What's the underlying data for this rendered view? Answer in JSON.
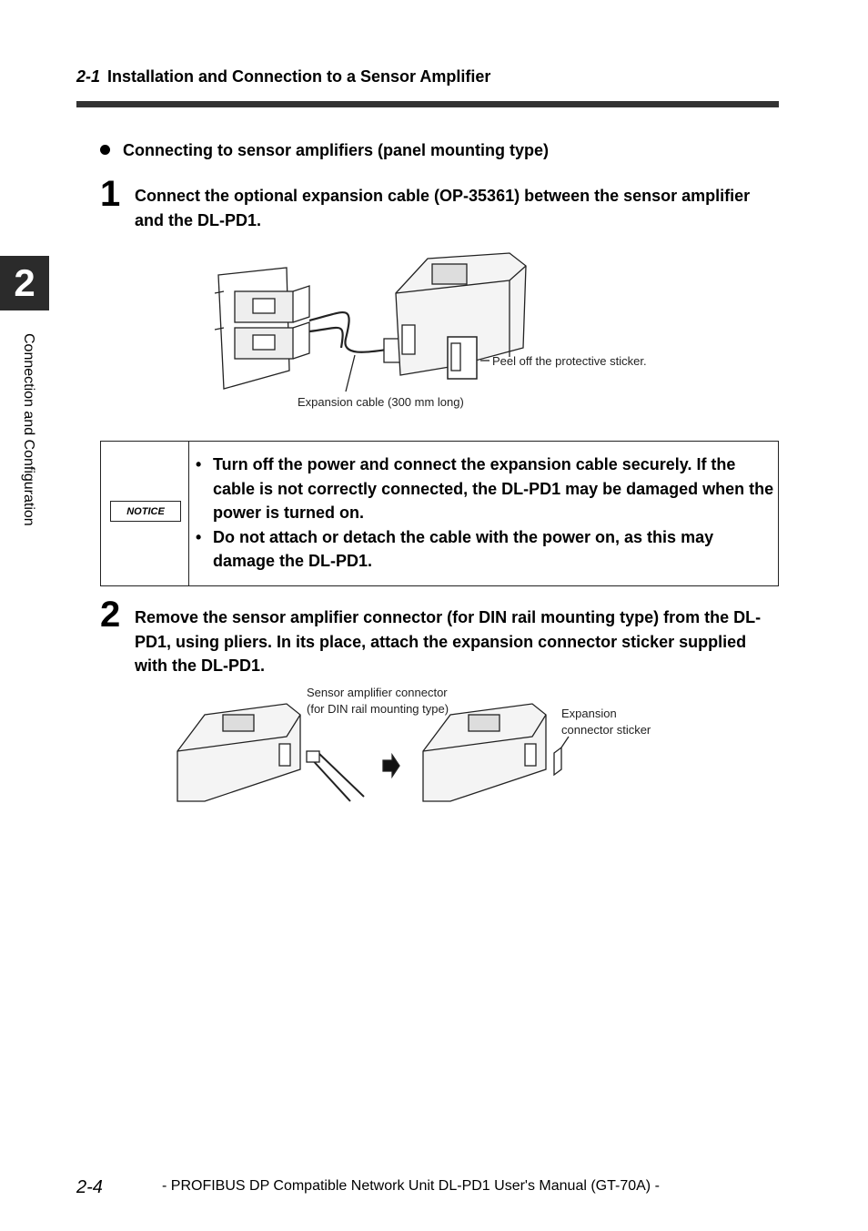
{
  "header": {
    "section_number": "2-1",
    "section_title": "Installation and Connection to a Sensor Amplifier"
  },
  "sidebar": {
    "chapter_number": "2",
    "chapter_title": "Connection and Configuration"
  },
  "bullet_heading": "Connecting to sensor amplifiers (panel mounting type)",
  "step1": {
    "number": "1",
    "text": "Connect the optional expansion cable (OP-35361) between the sensor amplifier and the DL-PD1.",
    "figure": {
      "peel_label": "Peel off the protective sticker.",
      "cable_label": "Expansion cable (300 mm long)"
    }
  },
  "notice": {
    "label": "NOTICE",
    "items": [
      "Turn off the power and connect the expansion cable securely. If the cable is not correctly connected, the DL-PD1 may be damaged when the power is turned on.",
      "Do not attach or detach the cable with the power on, as this may damage the DL-PD1."
    ]
  },
  "step2": {
    "number": "2",
    "text": "Remove the sensor amplifier connector (for DIN rail mounting type) from the DL-PD1, using pliers. In its place, attach the expansion connector sticker supplied with the DL-PD1.",
    "figure": {
      "connector_label_line1": "Sensor amplifier connector",
      "connector_label_line2": "(for DIN rail mounting type)",
      "sticker_label_line1": "Expansion",
      "sticker_label_line2": "connector sticker"
    }
  },
  "footer": {
    "page_number": "2-4",
    "manual_title": "- PROFIBUS DP Compatible Network Unit DL-PD1 User's Manual (GT-70A) -"
  }
}
